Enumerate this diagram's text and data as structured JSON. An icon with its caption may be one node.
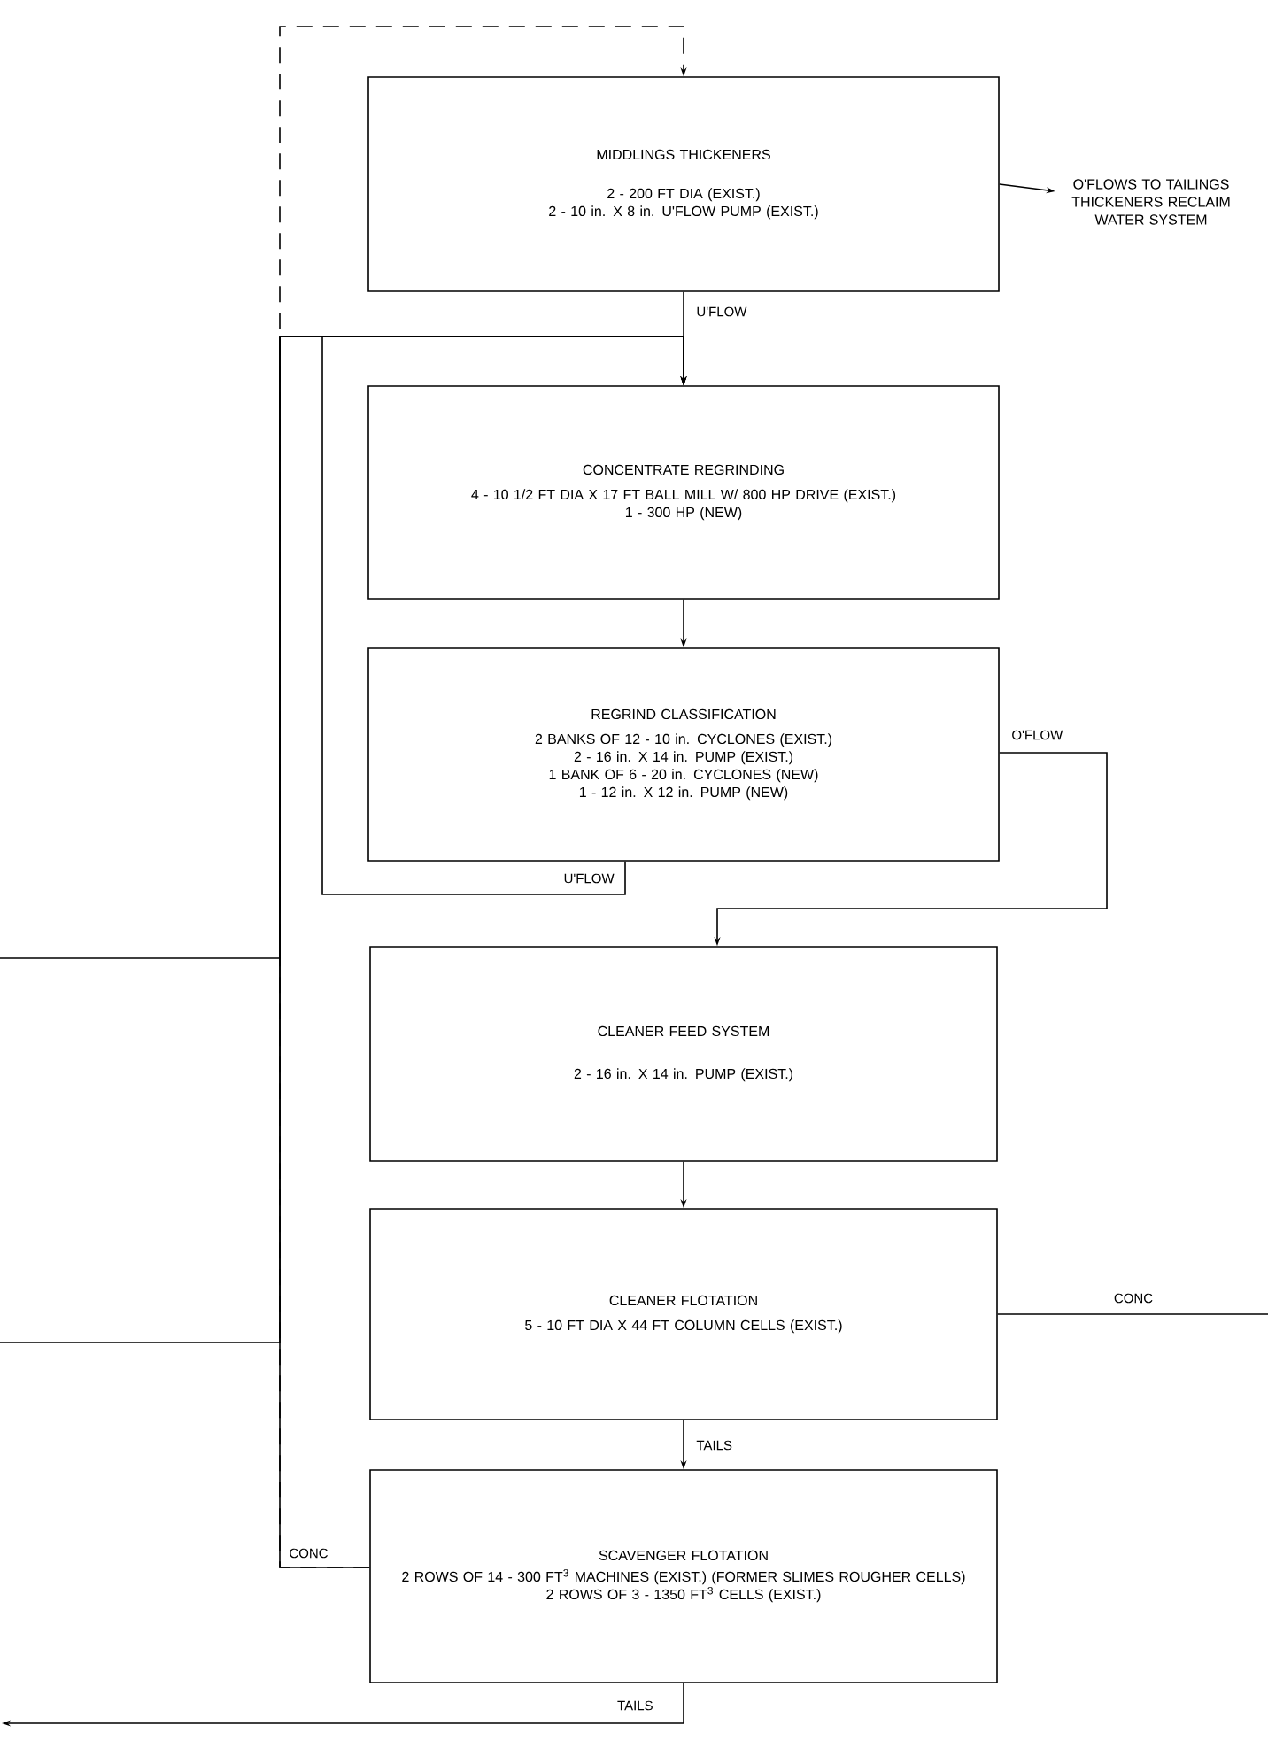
{
  "diagram": {
    "nodes": [
      {
        "text": [
          "MIDDLINGS THICKENERS",
          "2 - 200 FT DIA (EXIST.)",
          "2 - 10 in. X 8 in. U'FLOW PUMP (EXIST.)"
        ]
      },
      {
        "text": [
          "O'FLOWS TO TAILINGS THICKENERS RECLAIM WATER SYSTEM"
        ]
      },
      {
        "text": [
          "CONCENTRATE REGRINDING",
          "4 - 10 1/2 FT DIA X 17 FT BALL MILL W/ 800 HP DRIVE (EXIST.)",
          "1 - 300 HP (NEW)"
        ]
      },
      {
        "text": [
          "REGRIND CLASSIFICATION",
          "2 BANKS OF 12 - 10 in. CYCLONES (EXIST.)",
          "2 - 16 in. X 14 in. PUMP (EXIST.)",
          "1 BANK OF 6 - 20 in. CYCLONES (NEW)",
          "1 - 12 in. X 12 in. PUMP (NEW)"
        ]
      },
      {
        "text": [
          "CLEANER FEED SYSTEM",
          "2 - 16 in. X 14 in. PUMP (EXIST.)"
        ]
      },
      {
        "text": [
          "CLEANER FLOTATION",
          "5 - 10 FT DIA X 44 FT COLUMN CELLS (EXIST.)"
        ]
      },
      {
        "text": [
          "SCAVENGER FLOTATION",
          "2 ROWS OF 14 - 300 FT$^{3}$ MACHINES (EXIST.) (FORMER SLIMES ROUGHER CELLS)",
          "2 ROWS OF 3 - 1350 FT$^{3}$ CELLS (EXIST.)"
        ]
      }
    ],
    "edges": [
      {
        "from": 0,
        "to": 1,
        "arrow": "to"
      },
      {
        "from": 0,
        "to": 2,
        "arrow": "to",
        "label": "U'FLOW"
      },
      {
        "from": 2,
        "to": 3,
        "arrow": "to"
      },
      {
        "from": 3,
        "to": 2,
        "arrow": "to",
        "label": "U'FLOW"
      },
      {
        "from": 3,
        "to": 4,
        "arrow": "to",
        "label": "O'FLOW"
      },
      {
        "from": 4,
        "to": 5,
        "arrow": "to"
      },
      {
        "from": 5,
        "to": 6,
        "arrow": "to",
        "label": "TAILS"
      },
      {
        "from": 5,
        "to": null,
        "arrow": "none",
        "label": "CONC"
      },
      {
        "from": 6,
        "to": 2,
        "arrow": "to",
        "label": "CONC"
      },
      {
        "from": 6,
        "to": 0,
        "arrow": "to",
        "style": "dashed"
      },
      {
        "from": null,
        "to": 2,
        "arrow": "to"
      },
      {
        "from": null,
        "to": 2,
        "arrow": "to"
      },
      {
        "from": 6,
        "to": null,
        "arrow": "to",
        "label": "TAILS"
      }
    ]
  }
}
